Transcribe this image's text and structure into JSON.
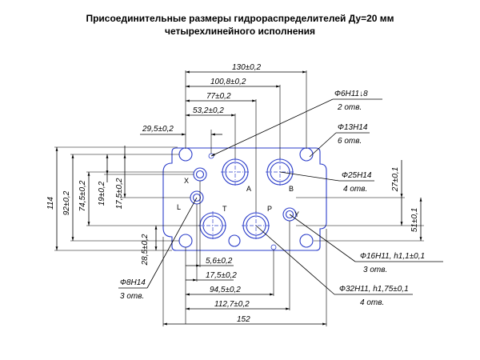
{
  "title": {
    "line1": "Присоединительные размеры гидрораспределителей Ду=20 мм",
    "line2": "четырехлинейного исполнения"
  },
  "dimensions": {
    "d130": "130±0,2",
    "d100_8": "100,8±0,2",
    "d77": "77±0,2",
    "d53_2": "53,2±0,2",
    "d29_5": "29,5±0,2",
    "d114": "114",
    "d92": "92±0,2",
    "d74_5": "74,5±0,2",
    "d19": "19±0,2",
    "d17_5v": "17,5±0,2",
    "d28_5": "28,5±0,2",
    "d27": "27±0,1",
    "d51": "51±0,1",
    "d5_6": "5,6±0,2",
    "d17_5h": "17,5±0,2",
    "d94_5": "94,5±0,2",
    "d112_7": "112,7±0,2",
    "d152": "152"
  },
  "callouts": {
    "c6h11": "Ф6Н11↓8",
    "c6h11_qty": "2 отв.",
    "c13h14": "Ф13Н14",
    "c13h14_qty": "6 отв.",
    "c25h14": "Ф25Н14",
    "c25h14_qty": "4 отв.",
    "c16h11": "Ф16Н11, h1,1±0,1",
    "c16h11_qty": "3 отв.",
    "c8h14": "Ф8Н14",
    "c8h14_qty": "3 отв.",
    "c32h11": "Ф32Н11, h1,75±0,1",
    "c32h11_qty": "4 отв."
  },
  "ports": {
    "A": "A",
    "B": "B",
    "P": "P",
    "T": "T",
    "X": "X",
    "Y": "Y",
    "L": "L"
  }
}
